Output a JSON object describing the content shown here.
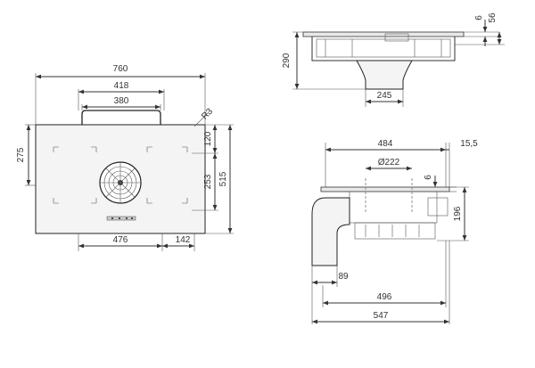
{
  "top_view": {
    "dims": {
      "overall_width": "760",
      "handle_outer": "418",
      "handle_inner": "380",
      "corner_radius": "R3",
      "height_left": "275",
      "right_top": "120",
      "right_mid": "253",
      "right_total": "515",
      "bottom_left": "476",
      "bottom_right": "142"
    }
  },
  "side_view_top": {
    "dims": {
      "height": "290",
      "duct_width": "245",
      "top_gap": "6",
      "top_height": "56"
    }
  },
  "side_view_bottom": {
    "dims": {
      "width": "484",
      "offset": "15,5",
      "diameter": "Ø222",
      "small_gap": "6",
      "height": "196",
      "duct_depth": "89",
      "depth": "496",
      "total_depth": "547"
    }
  }
}
